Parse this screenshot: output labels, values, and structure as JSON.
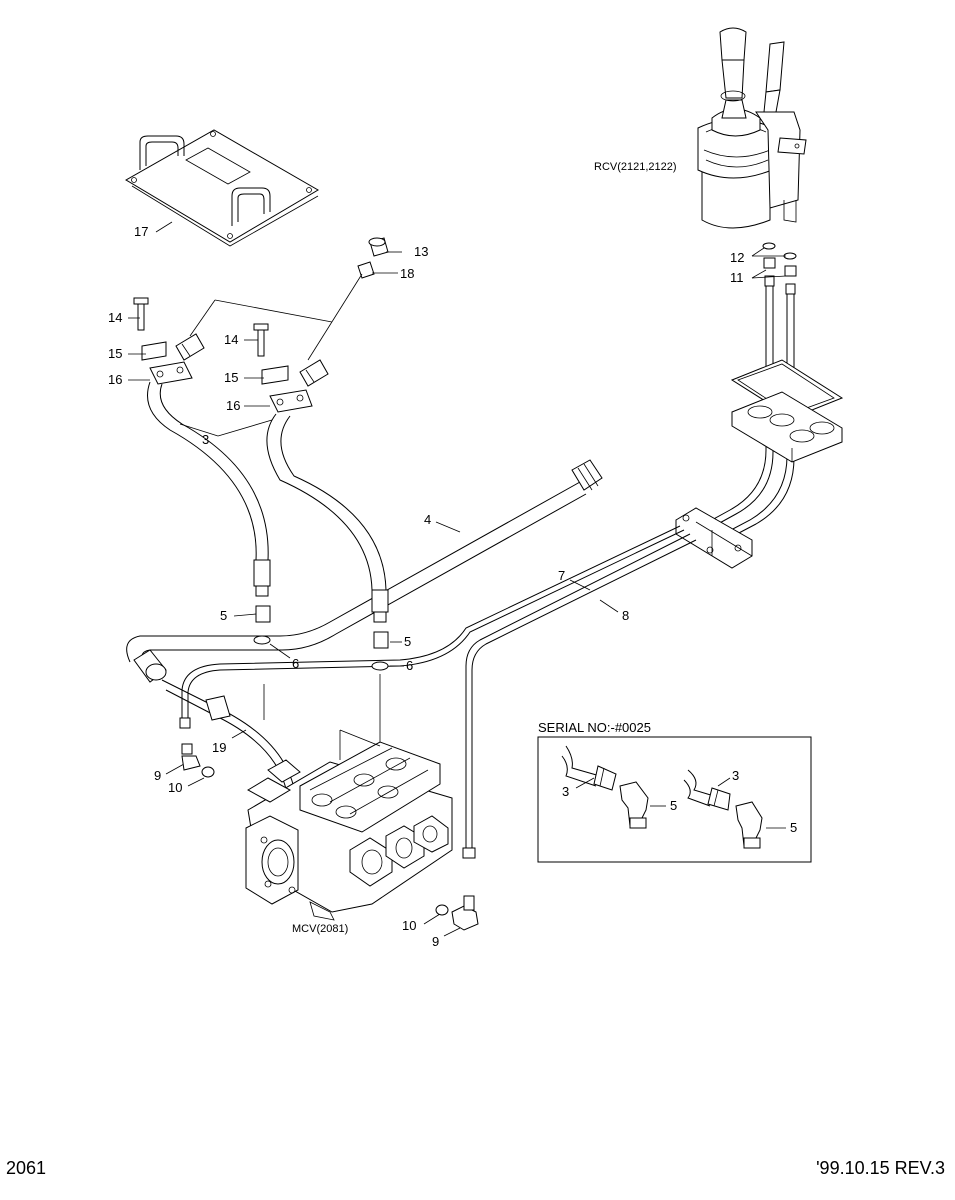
{
  "footer": {
    "page_number": "2061",
    "revision": "'99.10.15  REV.3"
  },
  "labels": {
    "rcv": "RCV(2121,2122)",
    "mcv": "MCV(2081)",
    "serial": "SERIAL NO:-#0025"
  },
  "part_numbers": {
    "p17": "17",
    "p13": "13",
    "p18": "18",
    "p14a": "14",
    "p15a": "15",
    "p16a": "16",
    "p14b": "14",
    "p15b": "15",
    "p16b": "16",
    "p3": "3",
    "p4": "4",
    "p5a": "5",
    "p6a": "6",
    "p5b": "5",
    "p6b": "6",
    "p7": "7",
    "p8": "8",
    "p12": "12",
    "p11": "11",
    "p19": "19",
    "p9a": "9",
    "p10a": "10",
    "p10b": "10",
    "p9b": "9",
    "inset_3a": "3",
    "inset_5a": "5",
    "inset_3b": "3",
    "inset_5b": "5"
  }
}
